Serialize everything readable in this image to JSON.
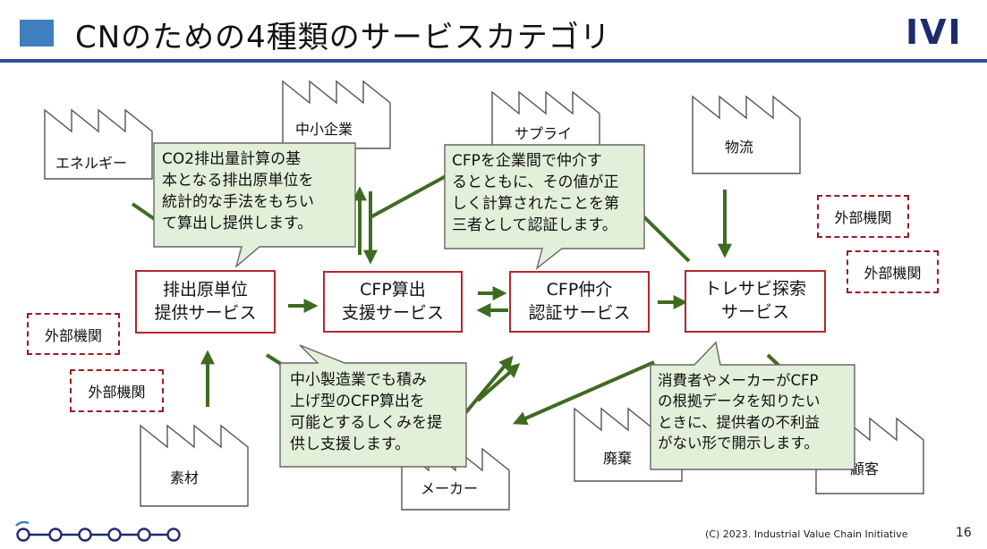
{
  "slide": {
    "title": "CNのための4種類のサービスカテゴリ",
    "logo": "IVI",
    "footer": "(C) 2023. Industrial Value Chain Initiative",
    "page_number": "16"
  },
  "factories": {
    "energy": "エネルギー",
    "sme": "中小企業",
    "supply": "サプライ",
    "logistics": "物流",
    "materials": "素材",
    "maker": "メーカー",
    "waste": "廃棄",
    "customer": "顧客"
  },
  "services": {
    "emission": "排出原単位\n提供サービス",
    "cfp_calc": "CFP算出\n支援サービス",
    "cfp_broker": "CFP仲介\n認証サービス",
    "trace": "トレサビ探索\nサービス"
  },
  "external_orgs": {
    "ext1": "外部機関",
    "ext2": "外部機関",
    "ext3": "外部機関",
    "ext4": "外部機関"
  },
  "callouts": {
    "co2": "CO2排出量計算の基\n本となる排出原単位を\n統計的な手法をもちい\nて算出し提供します。",
    "cfp": "CFPを企業間で仲介す\nるとともに、その値が正\nしく計算されたことを第\n三者として認証します。",
    "sme": "中小製造業でも積み\n上げ型のCFP算出を\n可能とするしくみを提\n供し支援します。",
    "consumer": "消費者やメーカーがCFP\nの根拠データを知りたい\nときに、提供者の不利益\nがない形で開示します。"
  },
  "colors": {
    "accent_blue": "#3f7fc0",
    "rule_blue": "#2f4f9f",
    "service_border": "#b3282d",
    "external_border": "#9b1c20",
    "arrow_green": "#3f6b21",
    "callout_fill": "#e2efd9"
  }
}
